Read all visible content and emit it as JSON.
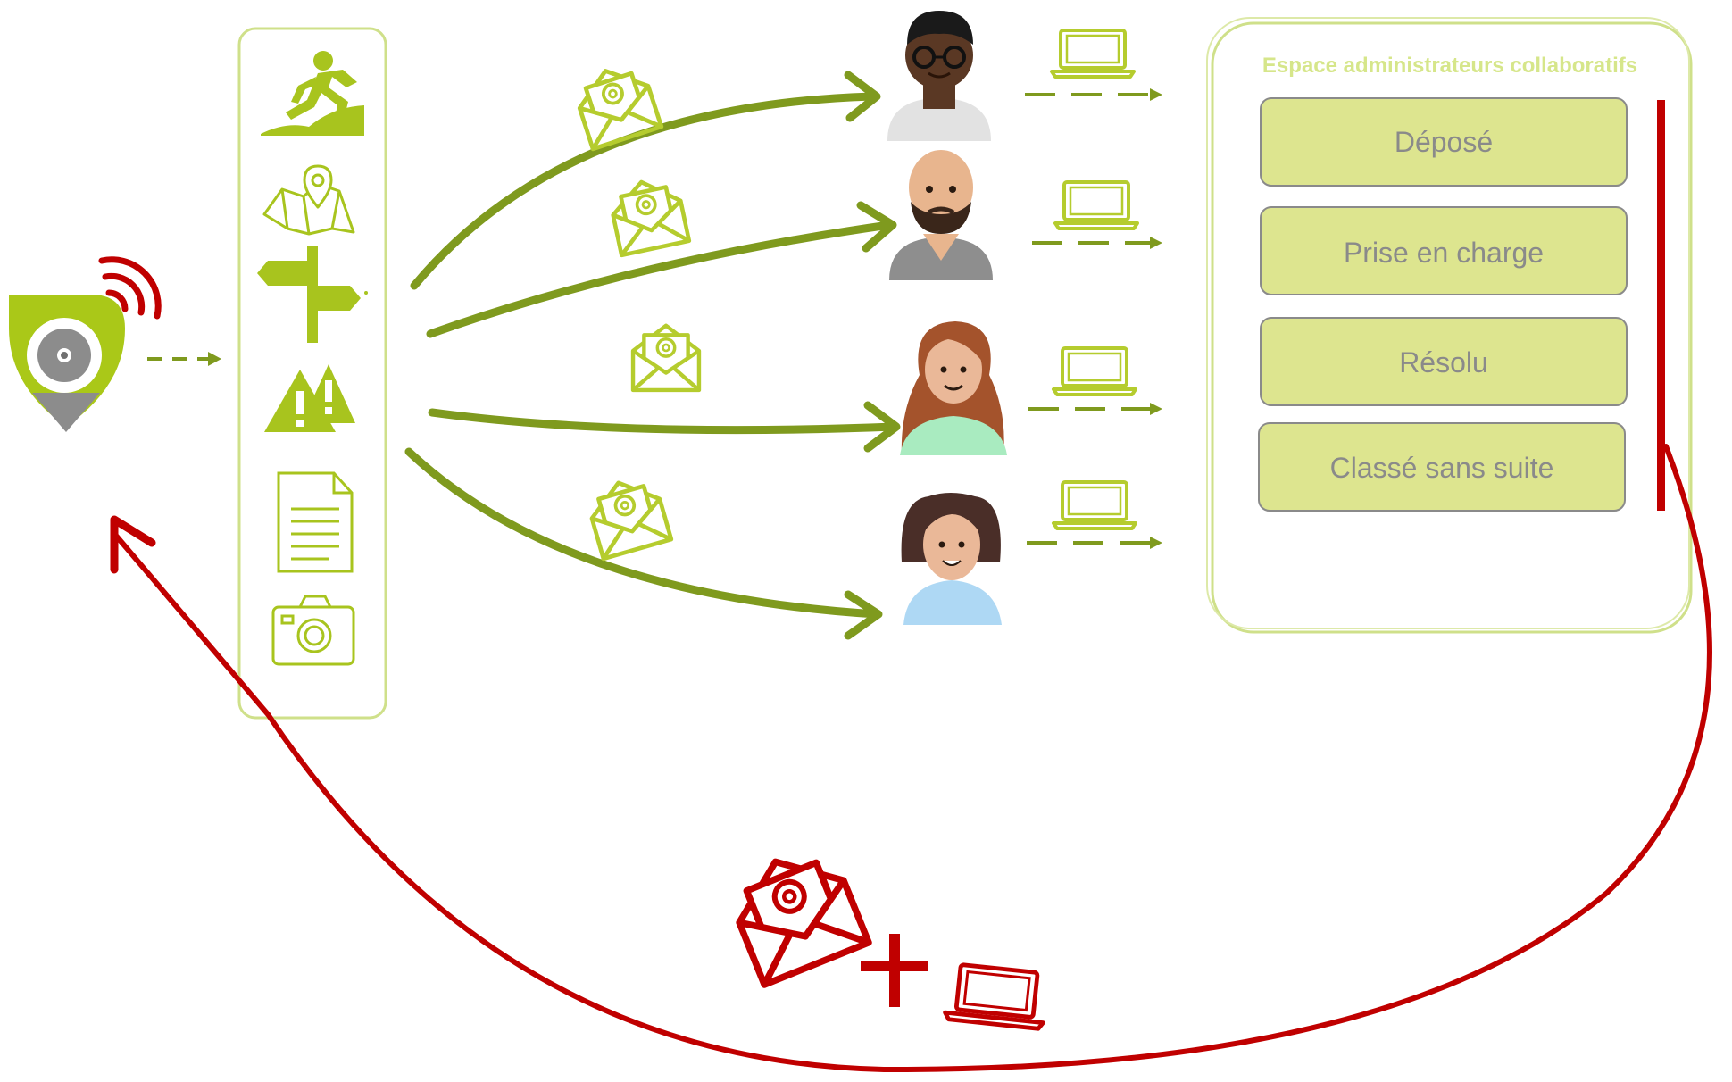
{
  "colors": {
    "green_dark": "#7f9a1e",
    "green_light": "#b5cc2e",
    "green_pale": "#dde58f",
    "red": "#c00000",
    "grey_text": "#8a8a8a"
  },
  "app_logo": {
    "icon": "location-pin-eye-logo"
  },
  "report_types": [
    {
      "icon": "running-person-icon"
    },
    {
      "icon": "map-pin-icon"
    },
    {
      "icon": "signpost-icon"
    },
    {
      "icon": "warning-signs-icon"
    },
    {
      "icon": "document-icon"
    },
    {
      "icon": "camera-icon"
    }
  ],
  "recipients": [
    {
      "avatar": "man-glasses-avatar"
    },
    {
      "avatar": "bald-bearded-man-avatar"
    },
    {
      "avatar": "red-haired-woman-avatar"
    },
    {
      "avatar": "dark-haired-woman-avatar"
    }
  ],
  "admin_space": {
    "title": "Espace administrateurs collaboratifs",
    "statuses": [
      "Déposé",
      "Prise en charge",
      "Résolu",
      "Classé sans suite"
    ]
  },
  "feedback": {
    "icons": [
      "envelope-icon",
      "plus-icon",
      "laptop-icon"
    ]
  }
}
